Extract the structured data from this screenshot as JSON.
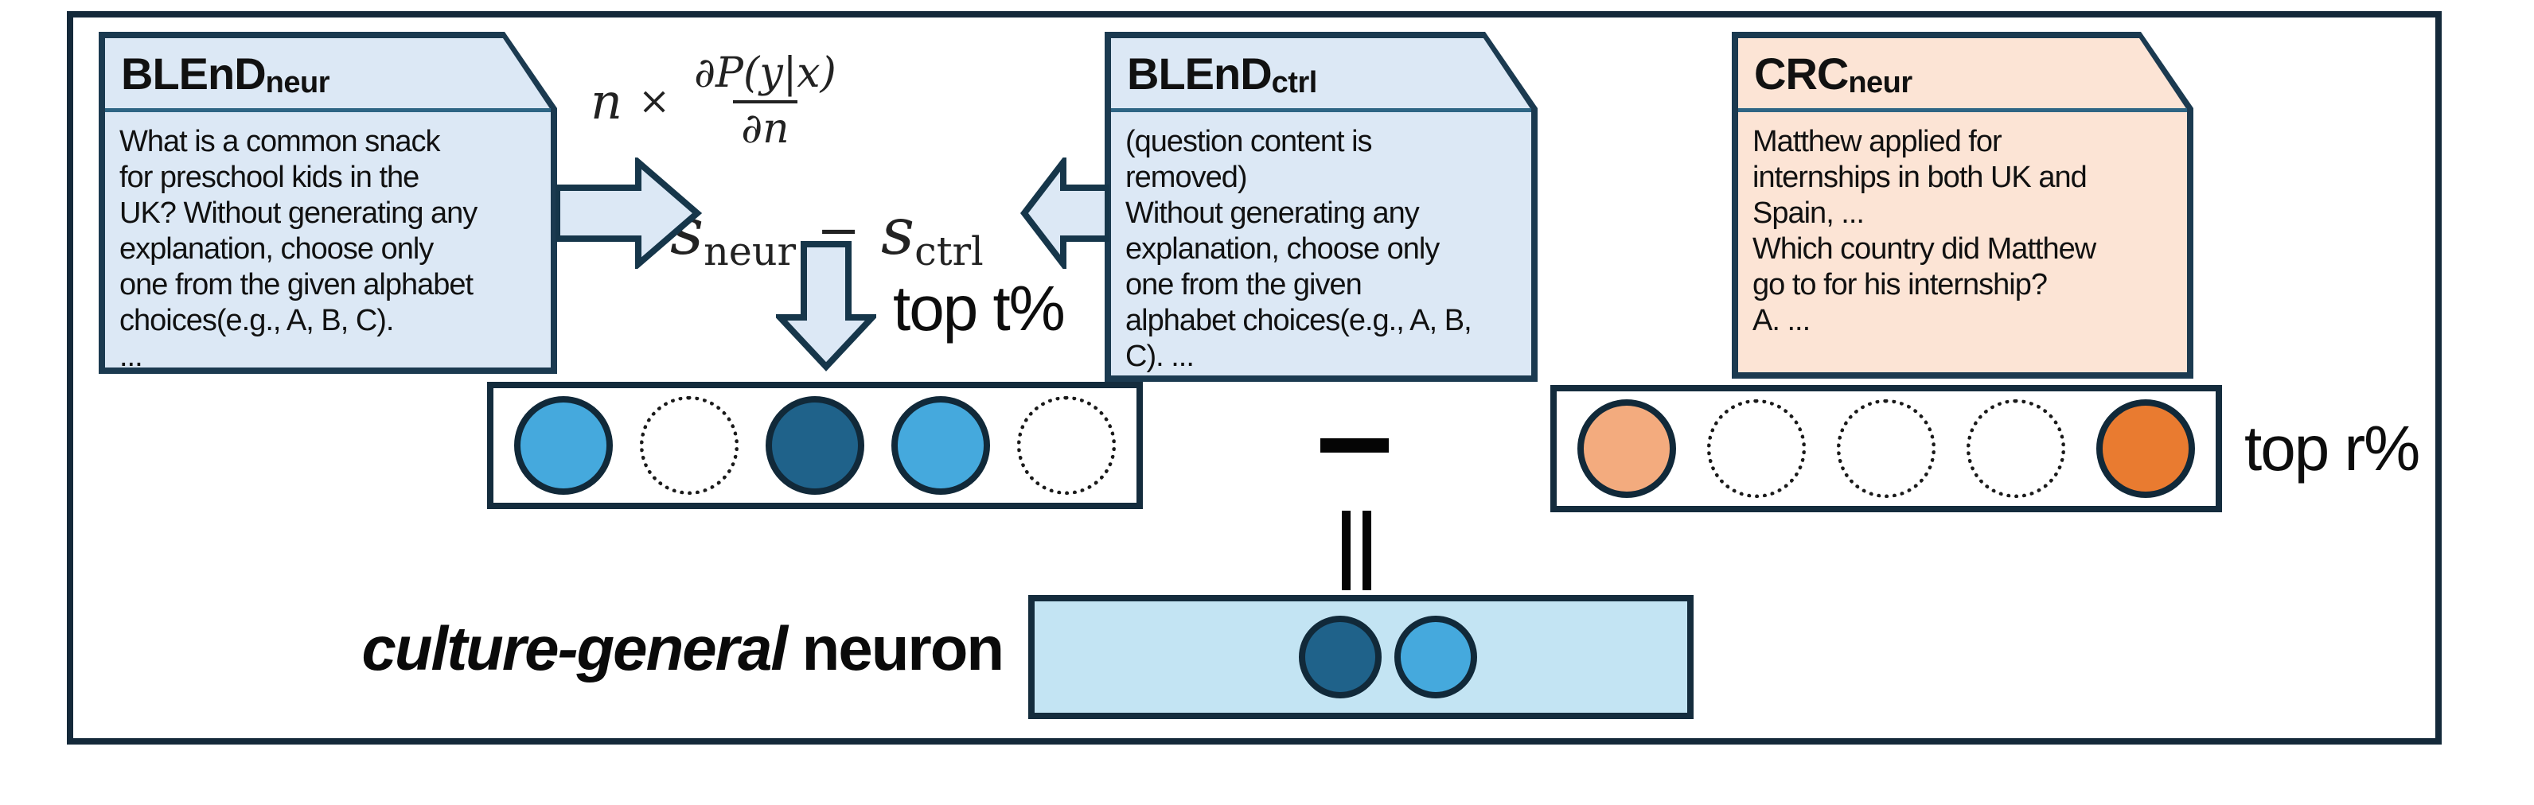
{
  "notes": [
    {
      "id": "blend_neur",
      "title": "BLEnD",
      "subscript": "neur",
      "theme": "blue",
      "body": "What is a common snack\nfor preschool kids in the\nUK? Without generating any\nexplanation, choose only\none from the given alphabet\nchoices(e.g., A, B, C).\n..."
    },
    {
      "id": "blend_ctrl",
      "title": "BLEnD",
      "subscript": "ctrl",
      "theme": "blue",
      "body": "(question content is\nremoved)\nWithout generating any\nexplanation, choose only\none from the given\nalphabet choices(e.g., A, B,\nC). ..."
    },
    {
      "id": "crc_neur",
      "title": "CRC",
      "subscript": "neur",
      "theme": "peach",
      "body": "Matthew applied for\ninternships in both UK and\nSpain, ...\nWhich country did Matthew\ngo to for his internship?\nA. ..."
    }
  ],
  "formula": {
    "coeff": "n",
    "times": "×",
    "numerator": "∂P(y|x)",
    "denominator": "∂n",
    "s1": "s",
    "s1_sub": "neur",
    "minus": "−",
    "s2": "s",
    "s2_sub": "ctrl"
  },
  "labels": {
    "top_t": "top t%",
    "top_r": "top r%",
    "result_italic": "culture-general",
    "result_plain": " neuron"
  },
  "operators": {
    "minus": "−",
    "equals": "="
  },
  "rows": {
    "left": [
      "light",
      "dotted",
      "dark",
      "light",
      "dotted"
    ],
    "right": [
      "peach",
      "dotted",
      "dotted",
      "dotted",
      "orange"
    ],
    "result": [
      "dark",
      "light"
    ]
  },
  "colors": {
    "frame_border": "#14293a",
    "note_border": "#1b3a50",
    "note_separator": "#2e6584",
    "note_blue_fill": "#dce8f5",
    "note_peach_fill": "#fce4d5",
    "arrow_fill": "#dce8f5",
    "arrow_stroke": "#16364a",
    "result_box_fill": "#c3e4f3",
    "circles": {
      "light": "#45a9dd",
      "dark": "#1f628a",
      "peach": "#f3ab7e",
      "orange": "#e97b30",
      "dotted": "#ffffff"
    }
  }
}
